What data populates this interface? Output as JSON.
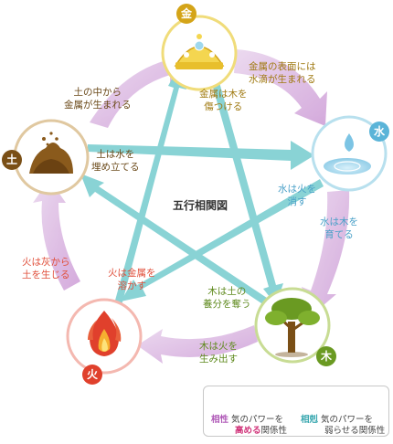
{
  "title": "五行相関図",
  "elements": {
    "metal": {
      "char": "金",
      "color": "#d4a418"
    },
    "water": {
      "char": "水",
      "color": "#5ab4d8"
    },
    "wood": {
      "char": "木",
      "color": "#6a9a22"
    },
    "fire": {
      "char": "火",
      "color": "#e0402c"
    },
    "earth": {
      "char": "土",
      "color": "#7a4f16"
    }
  },
  "generating": {
    "metal_water": "金属の表面には\n水滴が生まれる",
    "water_wood": "水は木を\n育てる",
    "wood_fire": "木は火を\n生み出す",
    "fire_earth": "火は灰から\n土を生じる",
    "earth_metal": "土の中から\n金属が生まれる"
  },
  "controlling": {
    "metal_wood": "金属は木を\n傷つける",
    "earth_water": "土は水を\n埋め立てる",
    "water_fire": "水は火を\n消す",
    "fire_metal": "火は金属を\n溶かす",
    "wood_earth": "木は土の\n養分を奪う"
  },
  "legend": {
    "generating_keyword": "相性",
    "generating_line1": "気のパワーを",
    "generating_emphasis": "高める",
    "generating_suffix": "関係性",
    "controlling_keyword": "相剋",
    "controlling_line1": "気のパワーを",
    "controlling_line2": "弱らせる関係性"
  },
  "colors": {
    "generating_arrow": "#d9b4e0",
    "controlling_arrow": "#7fd0d2",
    "metal_ring": "#f0dc7a",
    "water_ring": "#b8e0ee",
    "wood_ring": "#c8dc94",
    "fire_ring": "#f4b8b0",
    "earth_ring": "#e0c8a0"
  }
}
